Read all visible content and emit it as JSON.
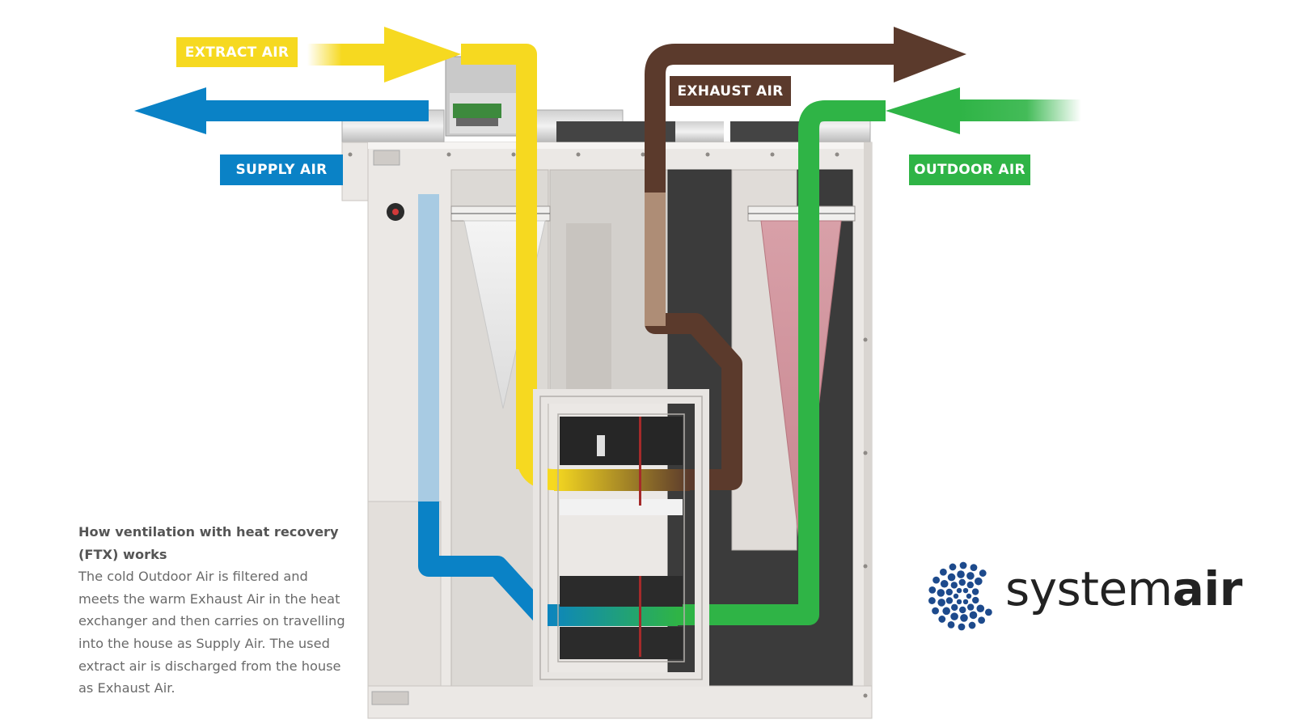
{
  "labels": {
    "extract_air": "EXTRACT AIR",
    "supply_air": "SUPPLY AIR",
    "exhaust_air": "EXHAUST AIR",
    "outdoor_air": "OUTDOOR AIR"
  },
  "caption": {
    "title": "How ventilation with heat recovery (FTX) works",
    "body": "The cold Outdoor Air is filtered and meets the warm Exhaust Air in the heat exchanger and then carries on travelling into the house as Supply Air. The used extract air is discharged from the house as Exhaust Air."
  },
  "brand": {
    "name_light": "system",
    "name_bold": "air",
    "icon": "systemair-dots-logo"
  },
  "colors": {
    "extract": "#f6d920",
    "supply": "#0a82c6",
    "exhaust": "#5b3a2c",
    "outdoor": "#2fb446",
    "panel": "#e9e6e3",
    "dark_chamber": "#3a3a3a",
    "brand_blue": "#1d4a8c"
  },
  "icons": {
    "control_box": "control-box-icon",
    "filter_left": "white-filter-icon",
    "filter_right": "pink-filter-icon",
    "heat_exchanger": "heat-exchanger-icon",
    "indicator": "indicator-light-icon"
  }
}
